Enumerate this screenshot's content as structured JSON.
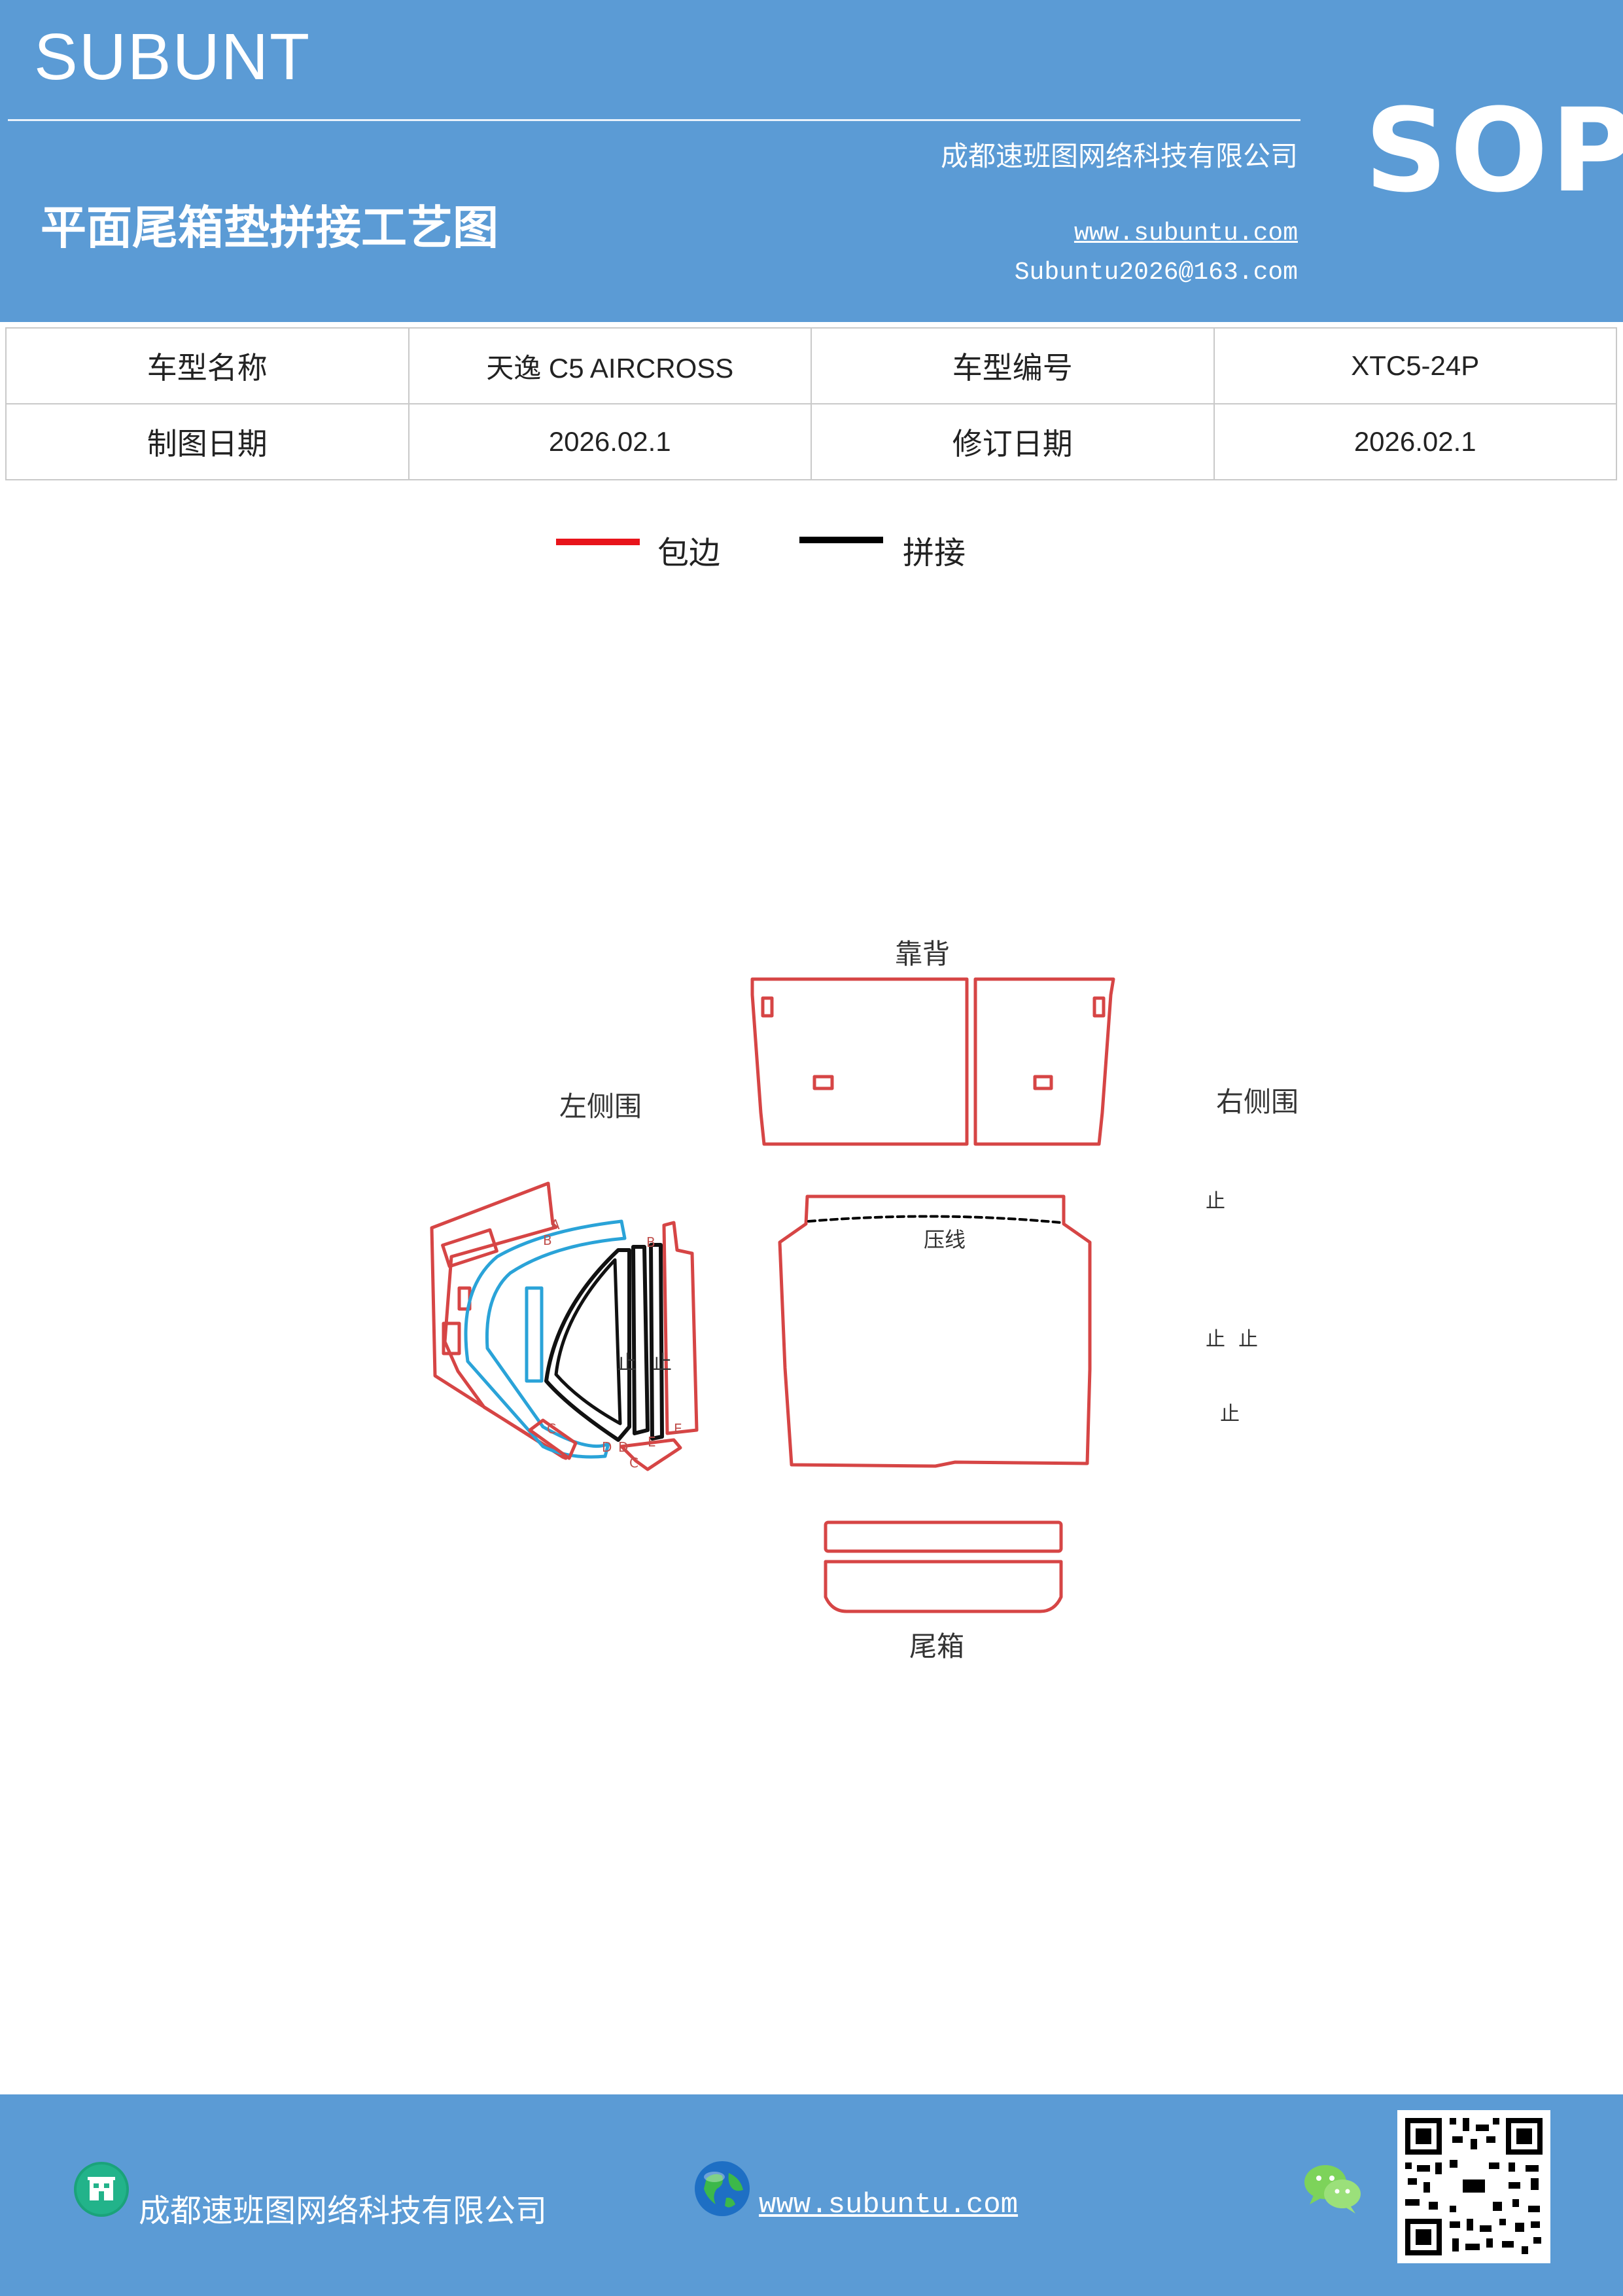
{
  "header": {
    "brand": "SUBUNT",
    "company": "成都速班图网络科技有限公司",
    "badge": "SOP",
    "title": "平面尾箱垫拼接工艺图",
    "website": "www.subuntu.com",
    "email": "Subuntu2026@163.com"
  },
  "info_table": {
    "model_name_label": "车型名称",
    "model_name_value": "天逸  C5  AIRCROSS",
    "model_code_label": "车型编号",
    "model_code_value": "XTC5-24P",
    "draw_date_label": "制图日期",
    "draw_date_value": "2026.02.1",
    "revise_date_label": "修订日期",
    "revise_date_value": "2026.02.1"
  },
  "legend": {
    "items": [
      {
        "label": "包边",
        "color": "#e8141b"
      },
      {
        "label": "拼接",
        "color": "#000000"
      }
    ]
  },
  "diagram": {
    "labels": {
      "backrest": "靠背",
      "left_side": "左侧围",
      "right_side": "右侧围",
      "crease": "压线",
      "trunk": "尾箱"
    },
    "stop_mark": "止",
    "letters": [
      "A",
      "B",
      "B",
      "C",
      "C",
      "D",
      "D",
      "E",
      "E"
    ],
    "colors": {
      "edge": "#d64545",
      "joint": "#111111",
      "blue": "#2aa3d8"
    }
  },
  "footer": {
    "company": "成都速班图网络科技有限公司",
    "website": "www.subuntu.com"
  },
  "icons": [
    "building-icon",
    "globe-icon",
    "wechat-icon",
    "qr-code"
  ]
}
